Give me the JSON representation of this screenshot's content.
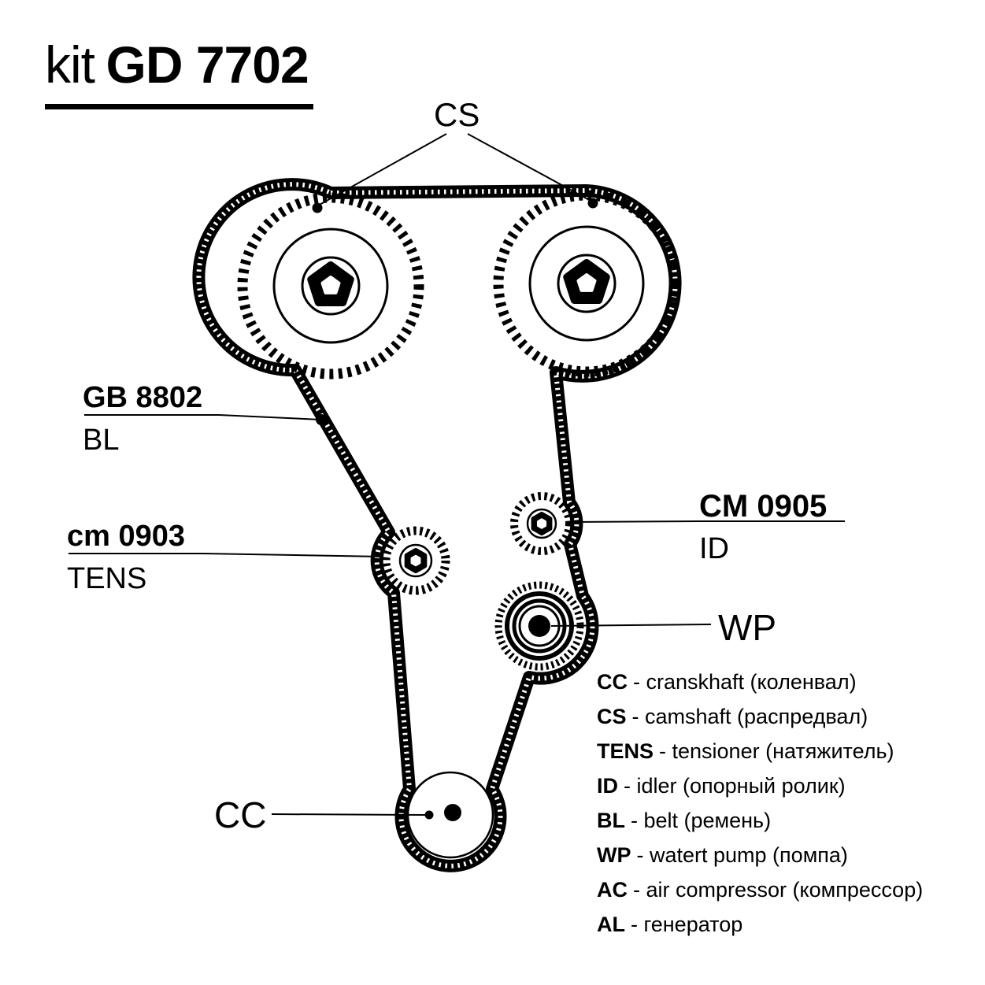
{
  "title": {
    "prefix": "kit",
    "code": "GD 7702"
  },
  "labels": {
    "camshaft": "CS",
    "belt_code": "GB 8802",
    "belt_abbr": "BL",
    "tensioner_code": "cm 0903",
    "tensioner_abbr": "TENS",
    "idler_code": "CM 0905",
    "idler_abbr": "ID",
    "water_pump": "WP",
    "crankshaft": "CC"
  },
  "legend": {
    "items": [
      {
        "abbr": "CC",
        "text": "- cranskhaft (коленвал)"
      },
      {
        "abbr": "CS",
        "text": "- camshaft (распредвал)"
      },
      {
        "abbr": "TENS",
        "text": "- tensioner (натяжитель)"
      },
      {
        "abbr": "ID",
        "text": "- idler (опорный ролик)"
      },
      {
        "abbr": "BL",
        "text": "- belt (ремень)"
      },
      {
        "abbr": "WP",
        "text": "- watert pump (помпа)"
      },
      {
        "abbr": "AC",
        "text": "- air compressor (компрессор)"
      },
      {
        "abbr": "AL",
        "text": "- генератор"
      }
    ]
  },
  "colors": {
    "ink": "#000000",
    "background": "#ffffff"
  }
}
